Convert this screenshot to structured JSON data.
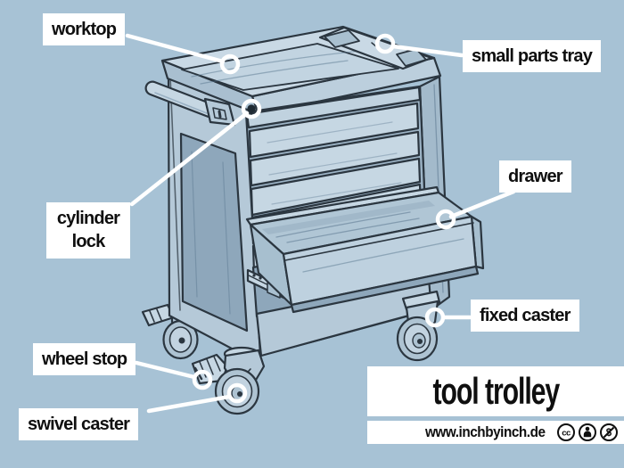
{
  "colors": {
    "background": "#a7c2d5",
    "outline": "#2b3640",
    "label_background": "#ffffff",
    "label_text": "#0f0f0f",
    "leader_line": "#ffffff"
  },
  "callouts": [
    {
      "id": "worktop",
      "text": "worktop"
    },
    {
      "id": "small-parts-tray",
      "text": "small parts tray"
    },
    {
      "id": "cylinder-lock",
      "text": "cylinder lock"
    },
    {
      "id": "drawer",
      "text": "drawer"
    },
    {
      "id": "fixed-caster",
      "text": "fixed caster"
    },
    {
      "id": "wheel-stop",
      "text": "wheel stop"
    },
    {
      "id": "swivel-caster",
      "text": "swivel caster"
    }
  ],
  "title": "tool trolley",
  "footer": {
    "website": "www.inchbyinch.de",
    "cc_glyph": "cc",
    "nc_glyph": "$",
    "license_icons": [
      "cc",
      "attribution",
      "non-commercial"
    ]
  },
  "illustration": {
    "subject": "hand-drawn tool trolley sketch",
    "parts_depicted": [
      "worktop",
      "small parts tray",
      "cylinder lock",
      "drawer bank with five drawer fronts",
      "open drawer on slide rail",
      "push handle",
      "side frame",
      "fixed caster",
      "swivel caster with wheel stop",
      "rear caster with brake"
    ]
  }
}
